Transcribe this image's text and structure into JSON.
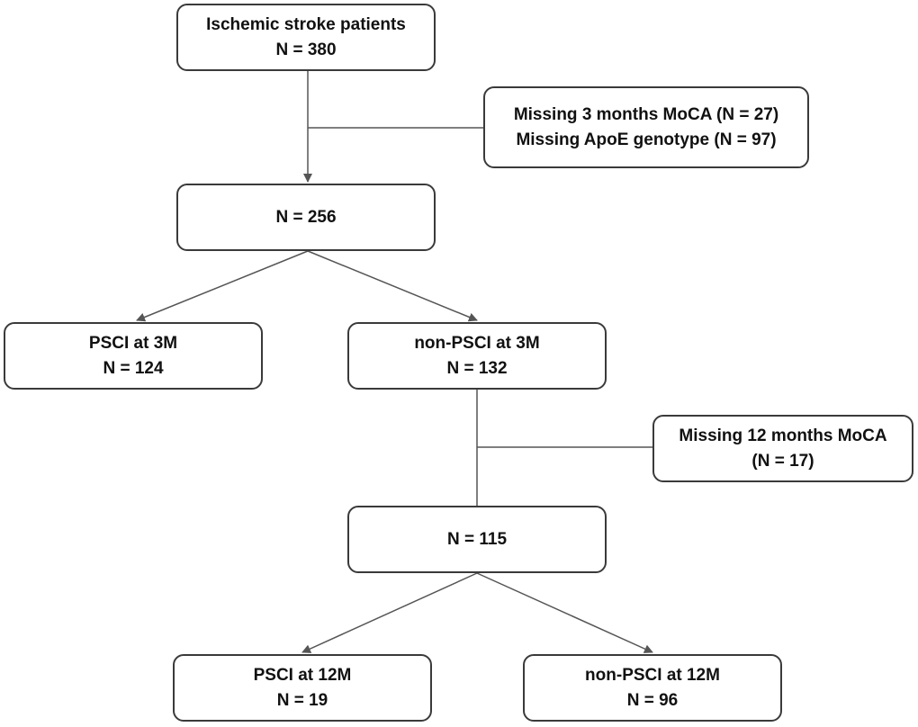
{
  "diagram": {
    "nodes": {
      "total": {
        "line1": "Ischemic stroke patients",
        "line2": "N = 380"
      },
      "exclusion_1": {
        "line1": "Missing 3 months MoCA (N = 27)",
        "line2": "Missing ApoE genotype (N = 97)"
      },
      "n256": {
        "line1": "N = 256"
      },
      "psci_3m": {
        "line1": "PSCI at 3M",
        "line2": "N = 124"
      },
      "non_psci_3m": {
        "line1": "non-PSCI at 3M",
        "line2": "N = 132"
      },
      "exclusion_2": {
        "line1": "Missing 12 months MoCA",
        "line2": "(N = 17)"
      },
      "n115": {
        "line1": "N = 115"
      },
      "psci_12m": {
        "line1": "PSCI at 12M",
        "line2": "N = 19"
      },
      "non_psci_12m": {
        "line1": "non-PSCI at 12M",
        "line2": "N = 96"
      }
    },
    "colors": {
      "box_border": "#3a3a3a",
      "arrow": "#555555",
      "text": "#111111",
      "background": "#ffffff"
    }
  }
}
